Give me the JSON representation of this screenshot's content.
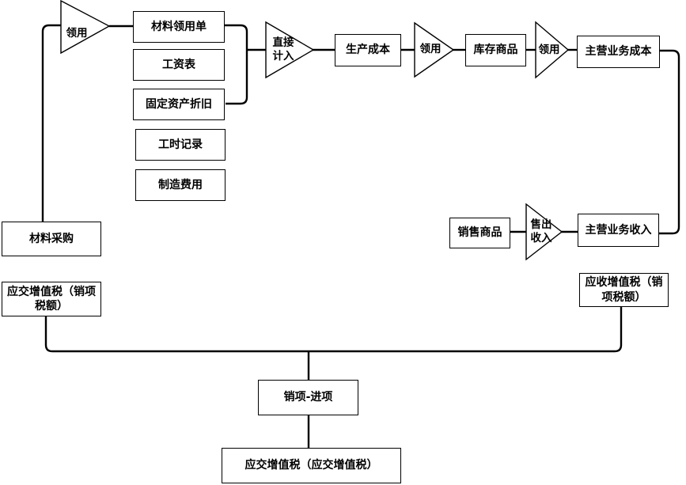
{
  "diagram_type": "accounting-cost-flowchart",
  "colors": {
    "background": "#ffffff",
    "line": "#000000",
    "text": "#000000",
    "shape_fill": "#ffffff"
  },
  "nodes": {
    "material_requisition_form": {
      "label": "材料领用单"
    },
    "payroll": {
      "label": "工资表"
    },
    "fixed_asset_depreciation": {
      "label": "固定资产折旧"
    },
    "work_hours_record": {
      "label": "工时记录"
    },
    "manufacturing_expense": {
      "label": "制造费用"
    },
    "production_cost": {
      "label": "生产成本"
    },
    "inventory_goods": {
      "label": "库存商品"
    },
    "main_business_cost": {
      "label": "主营业务成本"
    },
    "material_procurement": {
      "label": "材料采购"
    },
    "vat_payable_output_tax": {
      "label": "应交增值税（销项\n税额）"
    },
    "goods_sold": {
      "label": "销售商品"
    },
    "main_business_revenue": {
      "label": "主营业务收入"
    },
    "vat_receivable_output_tax": {
      "label": "应收增值税（销\n项税额）"
    },
    "output_minus_input": {
      "label": "销项-进项"
    },
    "vat_payable_final": {
      "label": "应交增值税（应交增值税）"
    }
  },
  "arrows": {
    "requisition_1": {
      "label": "领用"
    },
    "direct_entry": {
      "label": "直接\n计入"
    },
    "requisition_2": {
      "label": "领用"
    },
    "requisition_3": {
      "label": "领用"
    },
    "sales_revenue": {
      "label": "售出\n收入"
    }
  }
}
